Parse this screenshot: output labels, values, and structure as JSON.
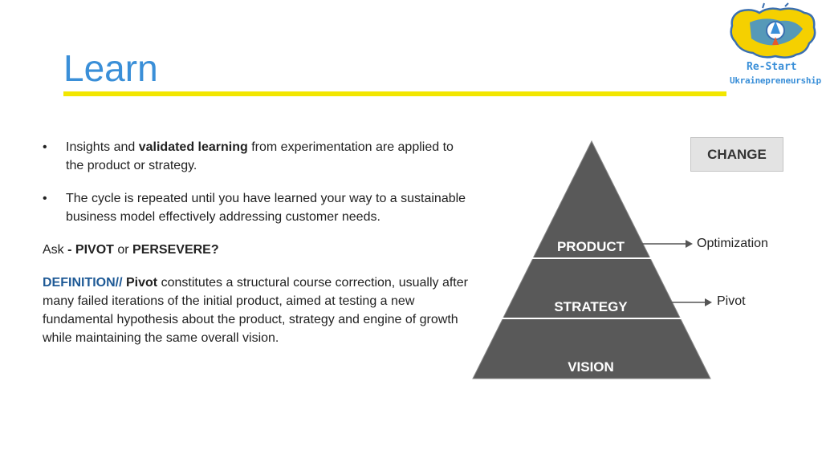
{
  "slide": {
    "title": "Learn"
  },
  "logo": {
    "line1": "Re-Start",
    "line2": "Ukrainepreneurship"
  },
  "bullets": [
    {
      "symbol": "•",
      "pre": "Insights and ",
      "bold": "validated learning",
      "post": " from experimentation are applied to the product or strategy."
    },
    {
      "symbol": "•",
      "text": "The cycle is repeated until you have learned your way to a sustainable business model effectively addressing customer needs."
    }
  ],
  "ask": {
    "pre": "Ask ",
    "bold1": "- PIVOT",
    "mid": " or ",
    "bold2": "PERSEVERE?"
  },
  "definition": {
    "label": "DEFINITION//",
    "term": " Pivot",
    "text": " constitutes a structural course correction, usually after many failed iterations of the initial product, aimed at testing a new fundamental hypothesis about the product, strategy and engine of growth while maintaining the same overall vision."
  },
  "pyramid": {
    "levels": [
      "PRODUCT",
      "STRATEGY",
      "VISION"
    ],
    "fill_color": "#595959",
    "change_label": "CHANGE",
    "optimization_label": "Optimization",
    "pivot_label": "Pivot"
  },
  "colors": {
    "title": "#3a8fd8",
    "rule": "#f2e600",
    "definition": "#1f5a96"
  }
}
